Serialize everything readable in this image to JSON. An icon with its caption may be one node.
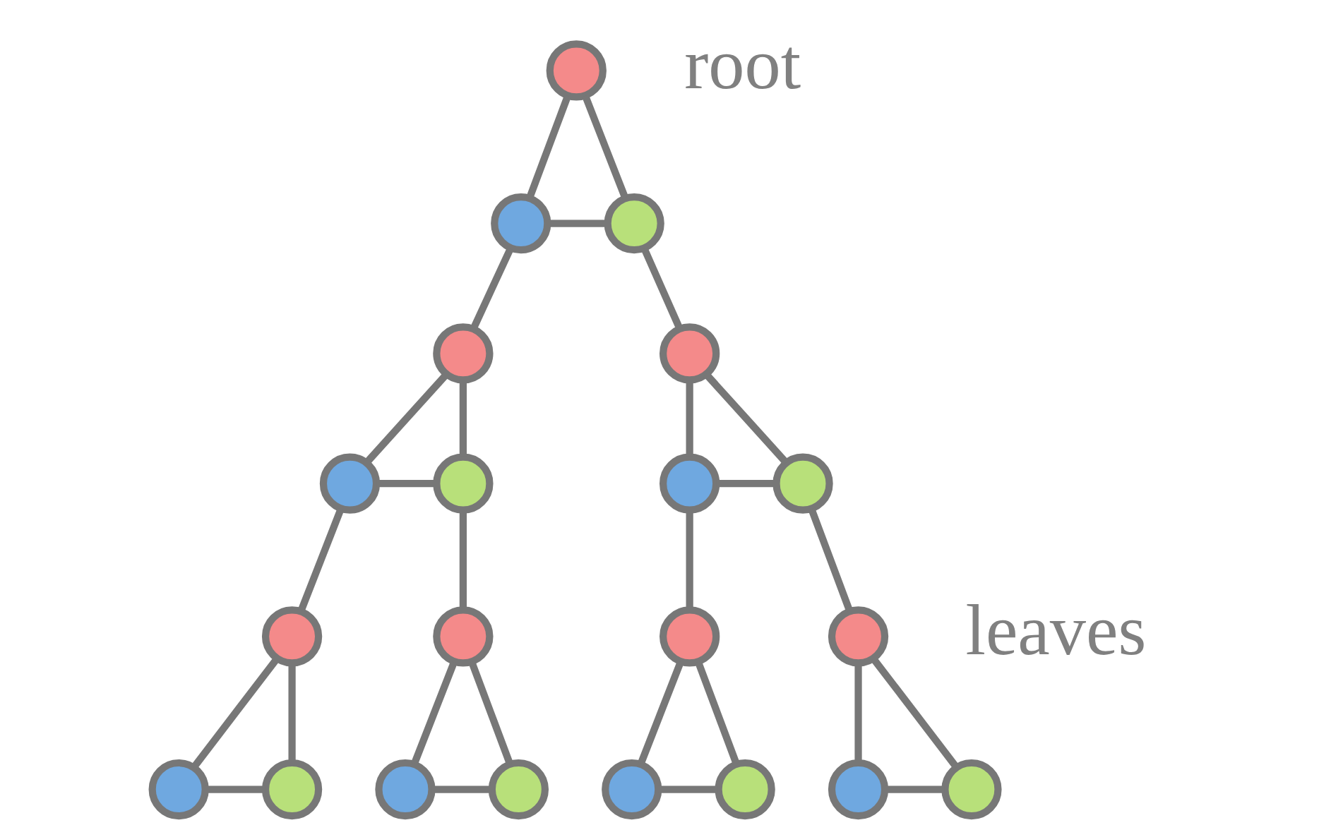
{
  "diagram": {
    "nodes": [
      {
        "text": [],
        "shape": "circle"
      },
      {
        "text": [],
        "shape": "circle"
      },
      {
        "text": [],
        "shape": "circle"
      },
      {
        "text": [],
        "shape": "circle"
      },
      {
        "text": [],
        "shape": "circle"
      },
      {
        "text": [],
        "shape": "circle"
      },
      {
        "text": [],
        "shape": "circle"
      },
      {
        "text": [],
        "shape": "circle"
      },
      {
        "text": [],
        "shape": "circle"
      },
      {
        "text": [],
        "shape": "circle"
      },
      {
        "text": [],
        "shape": "circle"
      },
      {
        "text": [],
        "shape": "circle"
      },
      {
        "text": [],
        "shape": "circle"
      },
      {
        "text": [],
        "shape": "circle"
      },
      {
        "text": [],
        "shape": "circle"
      },
      {
        "text": [],
        "shape": "circle"
      },
      {
        "text": [],
        "shape": "circle"
      },
      {
        "text": [],
        "shape": "circle"
      },
      {
        "text": [],
        "shape": "circle"
      },
      {
        "text": [],
        "shape": "circle"
      },
      {
        "text": [],
        "shape": "circle"
      }
    ],
    "edges": [
      {
        "from": 0,
        "to": 1,
        "arrow": "none"
      },
      {
        "from": 0,
        "to": 2,
        "arrow": "none"
      },
      {
        "from": 1,
        "to": 2,
        "arrow": "none"
      },
      {
        "from": 1,
        "to": 3,
        "arrow": "none"
      },
      {
        "from": 2,
        "to": 4,
        "arrow": "none"
      },
      {
        "from": 3,
        "to": 5,
        "arrow": "none"
      },
      {
        "from": 3,
        "to": 6,
        "arrow": "none"
      },
      {
        "from": 5,
        "to": 6,
        "arrow": "none"
      },
      {
        "from": 4,
        "to": 7,
        "arrow": "none"
      },
      {
        "from": 4,
        "to": 8,
        "arrow": "none"
      },
      {
        "from": 7,
        "to": 8,
        "arrow": "none"
      },
      {
        "from": 5,
        "to": 9,
        "arrow": "none"
      },
      {
        "from": 6,
        "to": 10,
        "arrow": "none"
      },
      {
        "from": 7,
        "to": 11,
        "arrow": "none"
      },
      {
        "from": 8,
        "to": 12,
        "arrow": "none"
      },
      {
        "from": 9,
        "to": 13,
        "arrow": "none"
      },
      {
        "from": 9,
        "to": 14,
        "arrow": "none"
      },
      {
        "from": 13,
        "to": 14,
        "arrow": "none"
      },
      {
        "from": 10,
        "to": 15,
        "arrow": "none"
      },
      {
        "from": 10,
        "to": 16,
        "arrow": "none"
      },
      {
        "from": 15,
        "to": 16,
        "arrow": "none"
      },
      {
        "from": 11,
        "to": 17,
        "arrow": "none"
      },
      {
        "from": 11,
        "to": 18,
        "arrow": "none"
      },
      {
        "from": 17,
        "to": 18,
        "arrow": "none"
      },
      {
        "from": 12,
        "to": 19,
        "arrow": "none"
      },
      {
        "from": 12,
        "to": 20,
        "arrow": "none"
      },
      {
        "from": 19,
        "to": 20,
        "arrow": "none"
      }
    ],
    "labels": [
      "root",
      "leaves"
    ]
  }
}
